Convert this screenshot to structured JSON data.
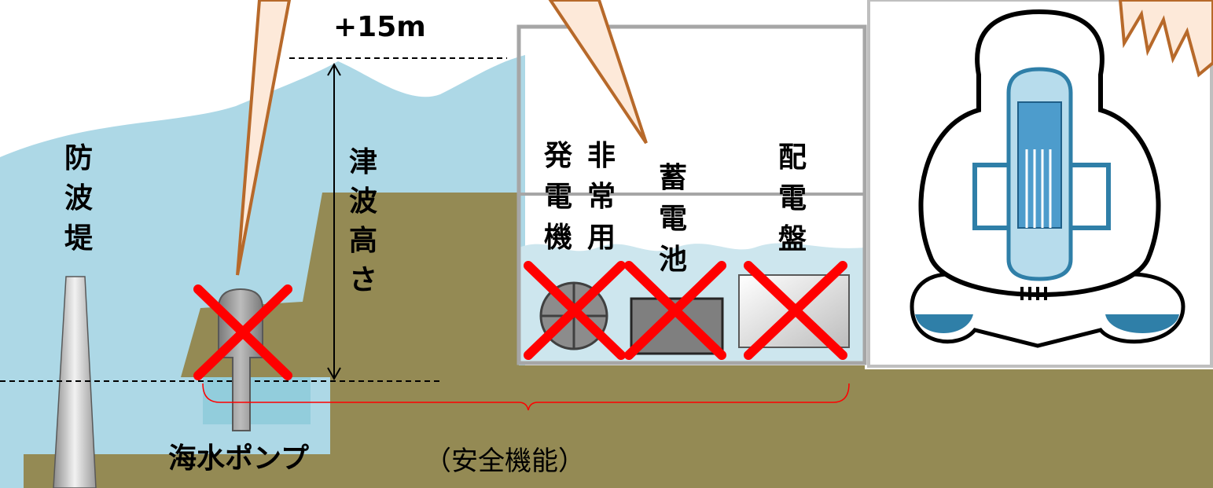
{
  "labels": {
    "height_marker": "+15m",
    "breakwater": [
      "防",
      "波",
      "堤"
    ],
    "tsunami_height": [
      "津",
      "波",
      "高",
      "さ"
    ],
    "emergency_generator_col1": [
      "非",
      "常",
      "用"
    ],
    "emergency_generator_col2": [
      "発",
      "電",
      "機"
    ],
    "battery": [
      "蓄",
      "電",
      "池"
    ],
    "switchboard": [
      "配",
      "電",
      "盤"
    ],
    "seawater_pump": "海水ポンプ",
    "safety_function": "（安全機能）"
  },
  "colors": {
    "sea": "#add8e6",
    "ground": "#948a54",
    "callout_fill": "#fde9d9",
    "callout_stroke": "#b7692a",
    "cross": "#ff0000",
    "building_wall": "#a6a6a6",
    "reactor_blue": "#2f7fa8"
  },
  "icons": [
    "cross-mark-icon",
    "callout-pointer-icon",
    "explosion-burst-icon"
  ]
}
